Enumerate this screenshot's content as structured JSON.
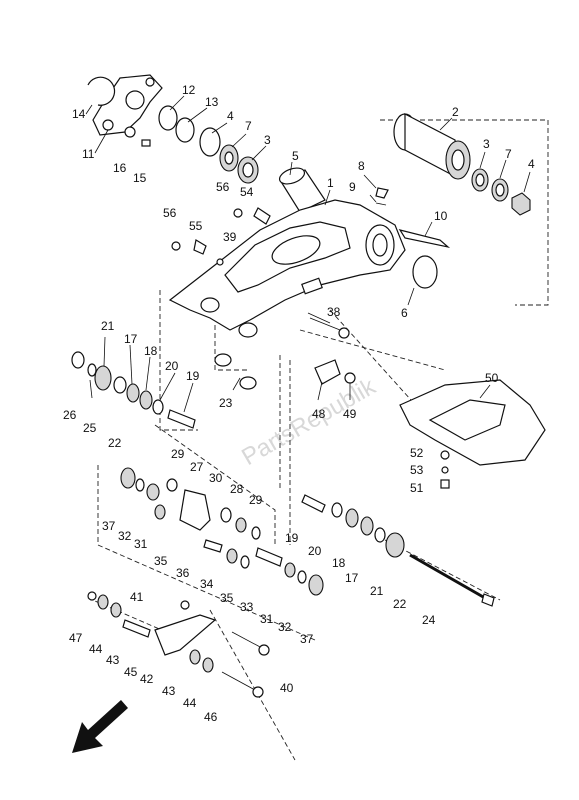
{
  "watermark": "PartsRepublik",
  "callouts": [
    {
      "id": "c1",
      "text": "1"
    },
    {
      "id": "c2",
      "text": "2"
    },
    {
      "id": "c3a",
      "text": "3"
    },
    {
      "id": "c3b",
      "text": "3"
    },
    {
      "id": "c4a",
      "text": "4"
    },
    {
      "id": "c4b",
      "text": "4"
    },
    {
      "id": "c5",
      "text": "5"
    },
    {
      "id": "c6",
      "text": "6"
    },
    {
      "id": "c7a",
      "text": "7"
    },
    {
      "id": "c7b",
      "text": "7"
    },
    {
      "id": "c8",
      "text": "8"
    },
    {
      "id": "c9",
      "text": "9"
    },
    {
      "id": "c10",
      "text": "10"
    },
    {
      "id": "c11",
      "text": "11"
    },
    {
      "id": "c12",
      "text": "12"
    },
    {
      "id": "c13",
      "text": "13"
    },
    {
      "id": "c14",
      "text": "14"
    },
    {
      "id": "c15",
      "text": "15"
    },
    {
      "id": "c16",
      "text": "16"
    },
    {
      "id": "c17a",
      "text": "17"
    },
    {
      "id": "c17b",
      "text": "17"
    },
    {
      "id": "c18a",
      "text": "18"
    },
    {
      "id": "c18b",
      "text": "18"
    },
    {
      "id": "c19a",
      "text": "19"
    },
    {
      "id": "c19b",
      "text": "19"
    },
    {
      "id": "c20a",
      "text": "20"
    },
    {
      "id": "c20b",
      "text": "20"
    },
    {
      "id": "c21a",
      "text": "21"
    },
    {
      "id": "c21b",
      "text": "21"
    },
    {
      "id": "c22a",
      "text": "22"
    },
    {
      "id": "c22b",
      "text": "22"
    },
    {
      "id": "c23",
      "text": "23"
    },
    {
      "id": "c24",
      "text": "24"
    },
    {
      "id": "c25",
      "text": "25"
    },
    {
      "id": "c26",
      "text": "26"
    },
    {
      "id": "c27",
      "text": "27"
    },
    {
      "id": "c28",
      "text": "28"
    },
    {
      "id": "c29a",
      "text": "29"
    },
    {
      "id": "c29b",
      "text": "29"
    },
    {
      "id": "c30",
      "text": "30"
    },
    {
      "id": "c31a",
      "text": "31"
    },
    {
      "id": "c31b",
      "text": "31"
    },
    {
      "id": "c32a",
      "text": "32"
    },
    {
      "id": "c32b",
      "text": "32"
    },
    {
      "id": "c33",
      "text": "33"
    },
    {
      "id": "c34",
      "text": "34"
    },
    {
      "id": "c35a",
      "text": "35"
    },
    {
      "id": "c35b",
      "text": "35"
    },
    {
      "id": "c36",
      "text": "36"
    },
    {
      "id": "c37a",
      "text": "37"
    },
    {
      "id": "c37b",
      "text": "37"
    },
    {
      "id": "c38",
      "text": "38"
    },
    {
      "id": "c39",
      "text": "39"
    },
    {
      "id": "c40",
      "text": "40"
    },
    {
      "id": "c41",
      "text": "41"
    },
    {
      "id": "c42",
      "text": "42"
    },
    {
      "id": "c43a",
      "text": "43"
    },
    {
      "id": "c43b",
      "text": "43"
    },
    {
      "id": "c44a",
      "text": "44"
    },
    {
      "id": "c44b",
      "text": "44"
    },
    {
      "id": "c45",
      "text": "45"
    },
    {
      "id": "c46",
      "text": "46"
    },
    {
      "id": "c47",
      "text": "47"
    },
    {
      "id": "c48",
      "text": "48"
    },
    {
      "id": "c49",
      "text": "49"
    },
    {
      "id": "c50",
      "text": "50"
    },
    {
      "id": "c51",
      "text": "51"
    },
    {
      "id": "c52",
      "text": "52"
    },
    {
      "id": "c53",
      "text": "53"
    },
    {
      "id": "c54",
      "text": "54"
    },
    {
      "id": "c55",
      "text": "55"
    },
    {
      "id": "c56a",
      "text": "56"
    },
    {
      "id": "c56b",
      "text": "56"
    }
  ],
  "icons": {
    "direction_arrow": "front-direction-arrow-icon"
  }
}
